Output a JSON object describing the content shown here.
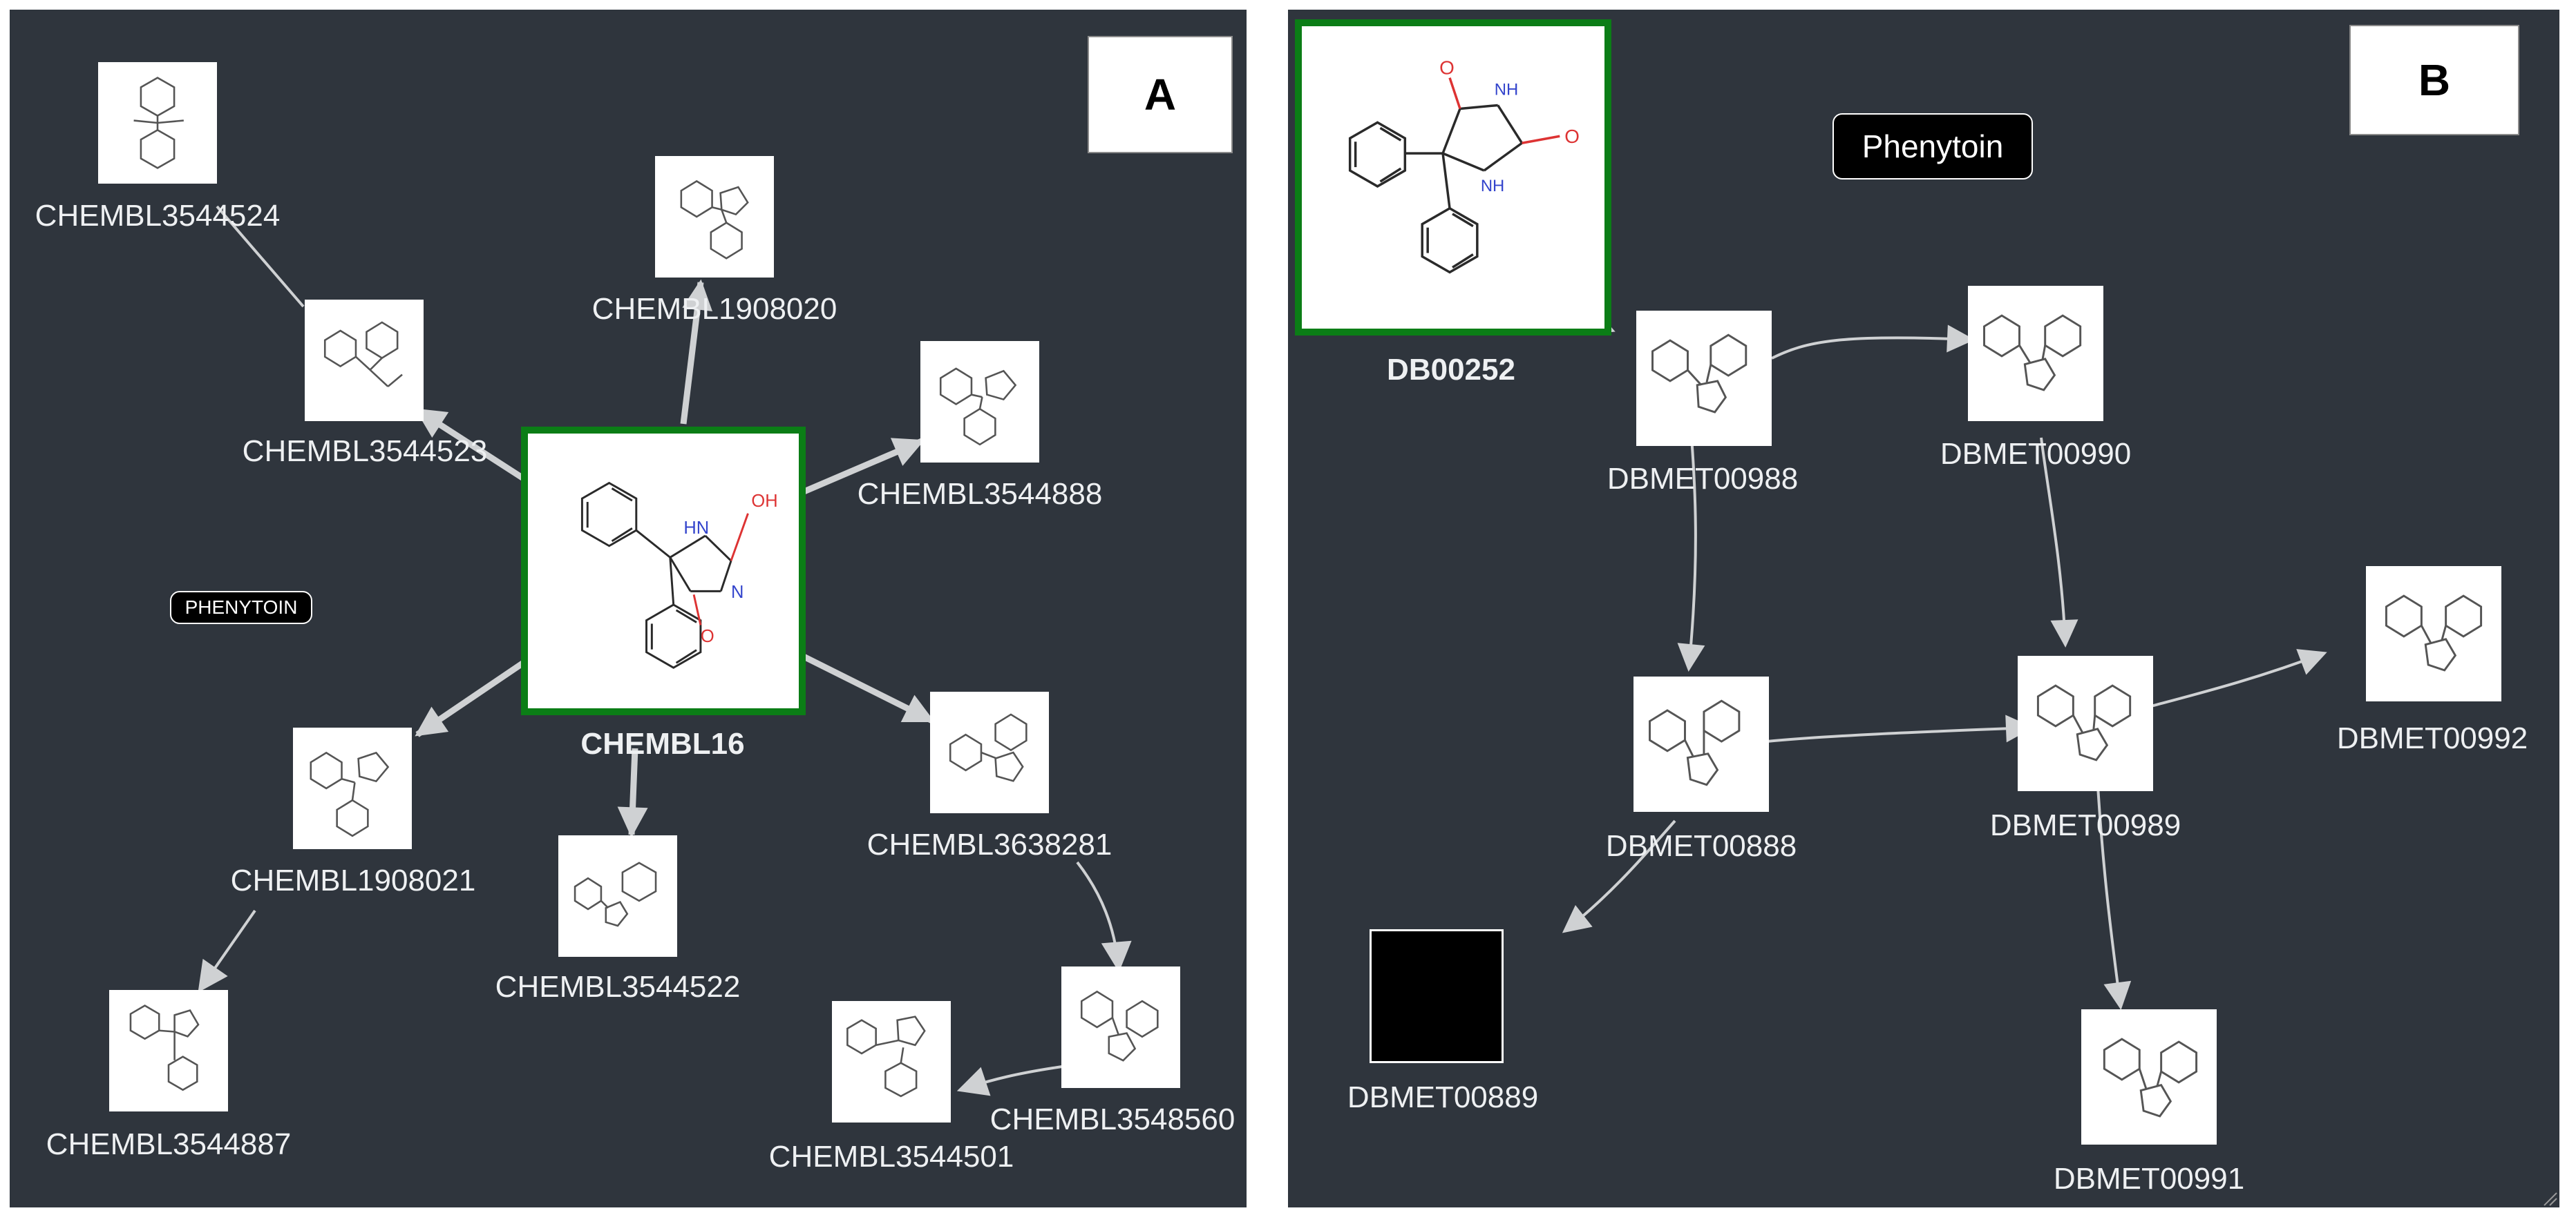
{
  "panel_a": {
    "corner_label": "A",
    "title_pill": "PHENYTOIN",
    "hub": {
      "id": "CHEMBL16",
      "atoms": {
        "oh": "OH",
        "hn": "HN",
        "n": "N",
        "o": "O"
      }
    },
    "nodes": [
      "CHEMBL3544524",
      "CHEMBL1908020",
      "CHEMBL3544523",
      "CHEMBL3544888",
      "CHEMBL1908021",
      "CHEMBL3544522",
      "CHEMBL3638281",
      "CHEMBL3544887",
      "CHEMBL3548560",
      "CHEMBL3544501"
    ]
  },
  "panel_b": {
    "corner_label": "B",
    "title_pill": "Phenytoin",
    "hub": {
      "id": "DB00252",
      "atoms": {
        "nh_top": "NH",
        "nh_bottom": "NH",
        "o_left": "O",
        "o_right": "O"
      }
    },
    "nodes": [
      "DBMET00988",
      "DBMET00990",
      "DBMET00888",
      "DBMET00989",
      "DBMET00992",
      "DBMET00889",
      "DBMET00991"
    ]
  },
  "colors": {
    "panel_bg": "#2f353d",
    "edge": "#cfd1d3",
    "hub_border": "#0b7d16",
    "label_text": "#eef0f2"
  }
}
